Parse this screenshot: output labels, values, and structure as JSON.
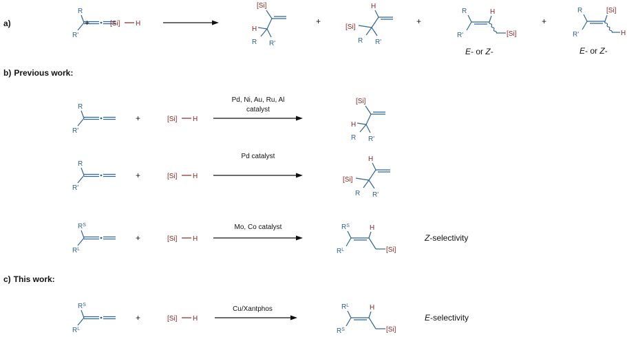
{
  "sections": {
    "a": {
      "label": "a)"
    },
    "b": {
      "label": "b)",
      "title": "Previous work:"
    },
    "c": {
      "label": "c)",
      "title": "This work:"
    }
  },
  "atoms": {
    "R": "R",
    "R_prime": "R'",
    "Si": "[Si]",
    "H": "H",
    "sup_S": "S",
    "sup_L": "L"
  },
  "plus": "+",
  "conditions": {
    "b1_line1": "Pd, Ni, Au, Ru, Al",
    "b1_line2": "catalyst",
    "b2": "Pd catalyst",
    "b3": "Mo, Co catalyst",
    "c": "Cu/Xantphos"
  },
  "isomer_note": {
    "E": "E",
    "mid": "- or ",
    "Z": "Z",
    "end": "-"
  },
  "selectivity": {
    "b3": {
      "letter": "Z",
      "suffix": "-selectivity"
    },
    "c": {
      "letter": "E",
      "suffix": "-selectivity"
    }
  },
  "colors": {
    "substrate": "#2f6496",
    "silicon": "#8b2323",
    "text": "#111111"
  }
}
